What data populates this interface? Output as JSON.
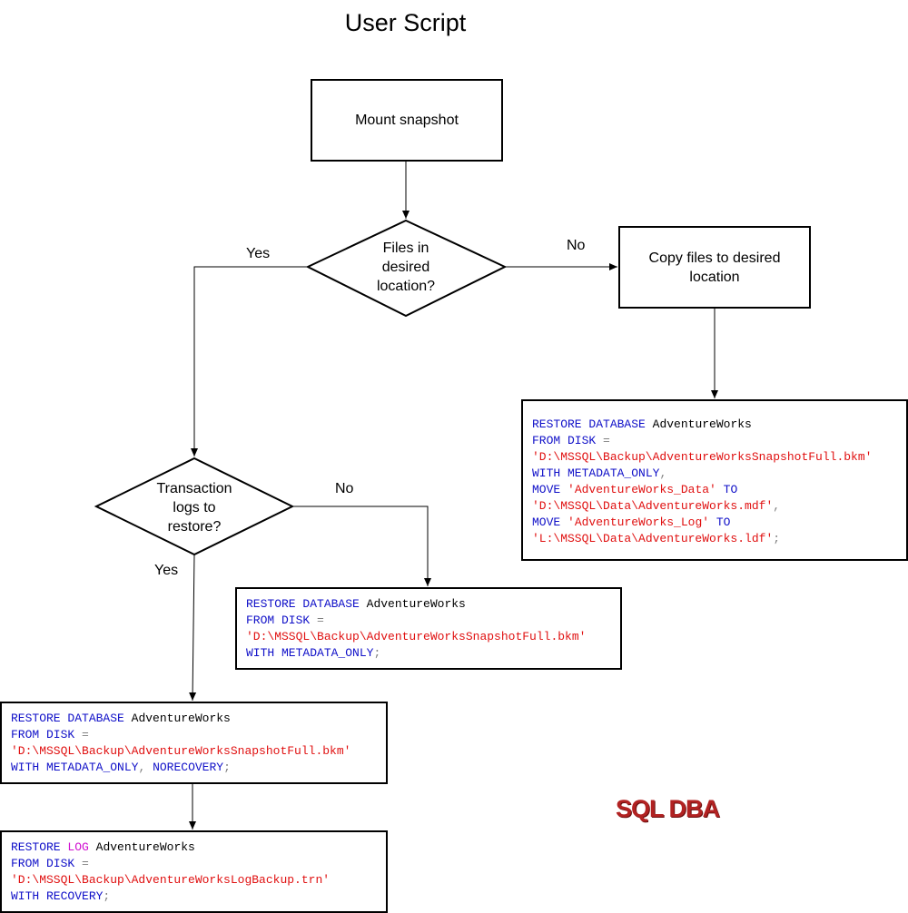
{
  "title": "User Script",
  "nodes": {
    "mount": "Mount snapshot",
    "files_decision": [
      "Files in",
      "desired",
      "location?"
    ],
    "copy_files": [
      "Copy files to desired",
      "location"
    ],
    "tlog_decision": [
      "Transaction",
      "logs to",
      "restore?"
    ]
  },
  "edge_labels": {
    "files_yes": "Yes",
    "files_no": "No",
    "tlog_yes": "Yes",
    "tlog_no": "No"
  },
  "code": {
    "restore_move": {
      "l1_kw": "RESTORE DATABASE",
      "l1_name": "AdventureWorks",
      "l2_kw": "FROM DISK",
      "l2_op": "=",
      "l3_str": "'D:\\MSSQL\\Backup\\AdventureWorksSnapshotFull.bkm'",
      "l4_kw": "WITH METADATA_ONLY",
      "l4_comma": ",",
      "l5_kw": "MOVE",
      "l5_str": "'AdventureWorks_Data'",
      "l5_kw2": "TO",
      "l6_str": "'D:\\MSSQL\\Data\\AdventureWorks.mdf'",
      "l6_comma": ",",
      "l7_kw": "MOVE",
      "l7_str": "'AdventureWorks_Log'",
      "l7_kw2": "TO",
      "l8_str": "'L:\\MSSQL\\Data\\AdventureWorks.ldf'",
      "l8_semi": ";"
    },
    "restore_simple": {
      "l1_kw": "RESTORE DATABASE",
      "l1_name": "AdventureWorks",
      "l2_kw": "FROM DISK",
      "l2_op": "=",
      "l3_str": "'D:\\MSSQL\\Backup\\AdventureWorksSnapshotFull.bkm'",
      "l4_kw": "WITH METADATA_ONLY",
      "l4_semi": ";"
    },
    "restore_norecovery": {
      "l1_kw": "RESTORE DATABASE",
      "l1_name": "AdventureWorks",
      "l2_kw": "FROM DISK",
      "l2_op": "=",
      "l3_str": "'D:\\MSSQL\\Backup\\AdventureWorksSnapshotFull.bkm'",
      "l4_kw": "WITH METADATA_ONLY",
      "l4_comma": ",",
      "l4_kw2": "NORECOVERY",
      "l4_semi": ";"
    },
    "restore_log": {
      "l1_kw": "RESTORE",
      "l1_log": "LOG",
      "l1_name": "AdventureWorks",
      "l2_kw": "FROM DISK",
      "l2_op": "=",
      "l3_str": "'D:\\MSSQL\\Backup\\AdventureWorksLogBackup.trn'",
      "l4_kw": "WITH RECOVERY",
      "l4_semi": ";"
    }
  },
  "logo": "SQL DBA",
  "colors": {
    "keyword": "#1010c8",
    "string": "#e01010",
    "log_keyword": "#d010d0",
    "punctuation": "#808080",
    "logo": "#b22222"
  }
}
